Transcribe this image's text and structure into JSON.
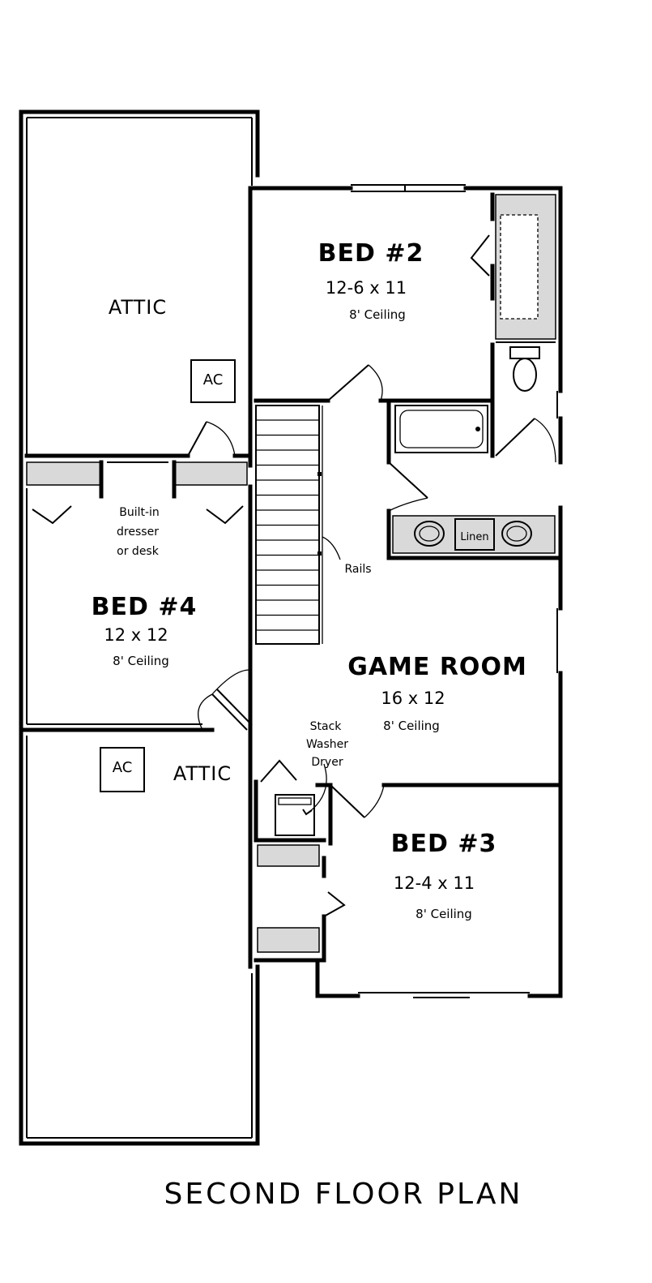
{
  "plan": {
    "title": "SECOND FLOOR PLAN",
    "rooms": {
      "bed2": {
        "name": "BED #2",
        "size": "12-6 x 11",
        "ceiling": "8' Ceiling"
      },
      "bed4": {
        "name": "BED #4",
        "size": "12 x 12",
        "ceiling": "8' Ceiling"
      },
      "game": {
        "name": "GAME ROOM",
        "size": "16 x 12",
        "ceiling": "8' Ceiling"
      },
      "bed3": {
        "name": "BED #3",
        "size": "12-4 x 11",
        "ceiling": "8' Ceiling"
      }
    },
    "attic_top": "ATTIC",
    "attic_bottom": "ATTIC",
    "ac_top": "AC",
    "ac_bottom": "AC",
    "notes": {
      "builtin_1": "Built-in",
      "builtin_2": "dresser",
      "builtin_3": "or desk",
      "rails": "Rails",
      "laundry_1": "Stack",
      "laundry_2": "Washer",
      "laundry_3": "Dryer",
      "linen": "Linen"
    }
  }
}
